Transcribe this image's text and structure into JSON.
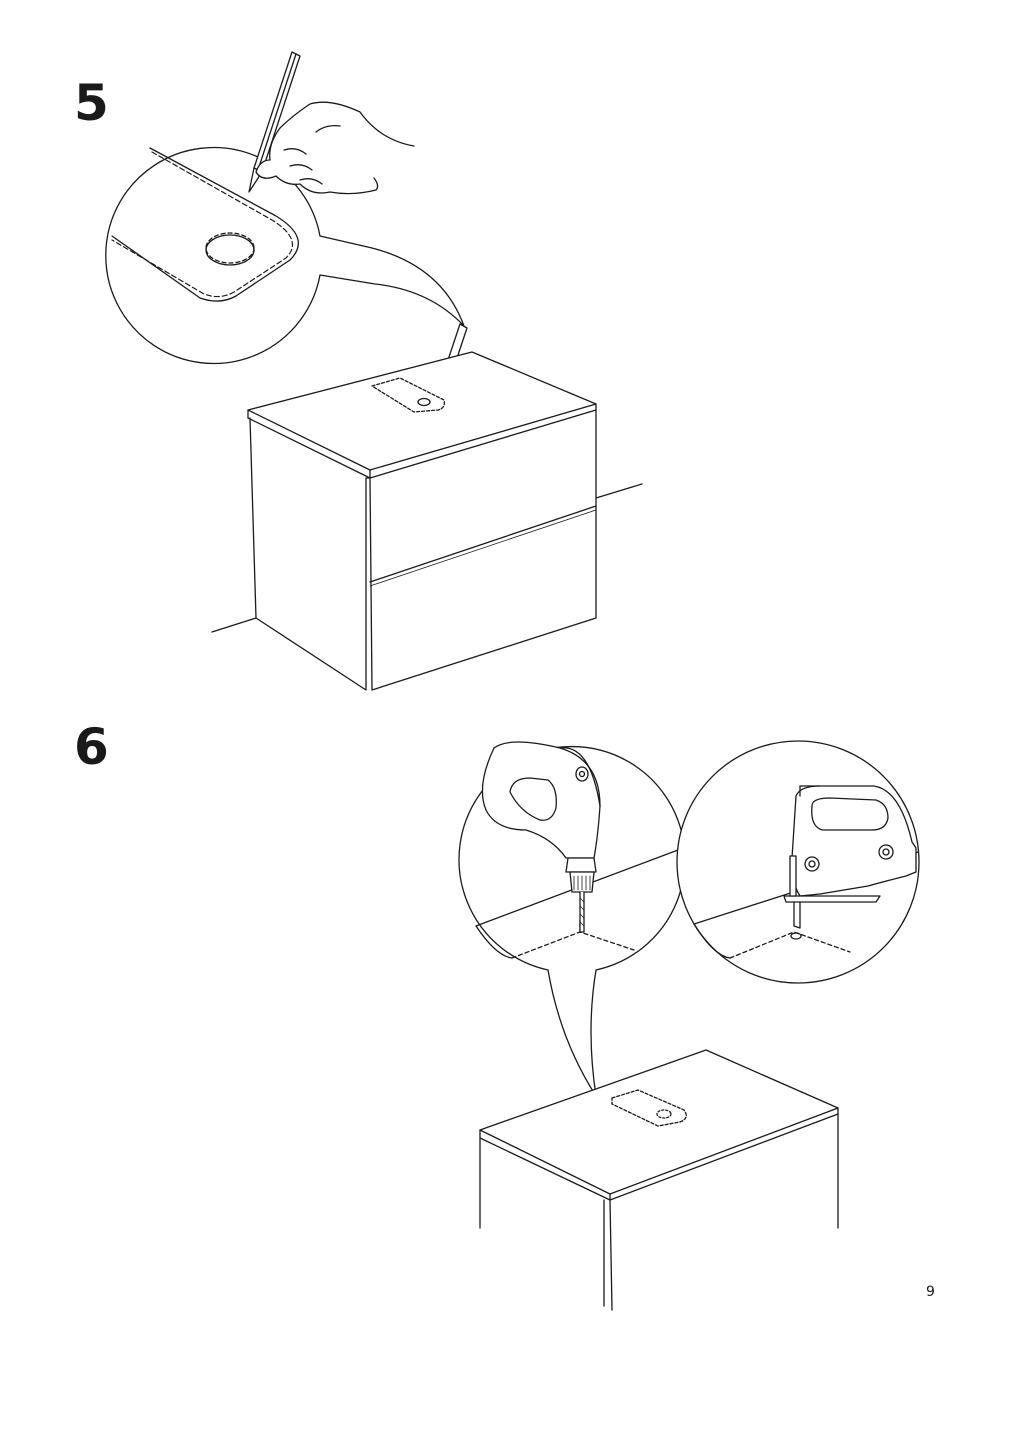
{
  "steps": [
    {
      "number": "5"
    },
    {
      "number": "6"
    }
  ],
  "page_number": "9",
  "icons": {
    "step5": [
      "hand-with-pencil-icon",
      "magnifier-circle-icon",
      "cabinet-icon"
    ],
    "step6": [
      "drill-icon",
      "jigsaw-icon",
      "cabinet-icon"
    ]
  }
}
